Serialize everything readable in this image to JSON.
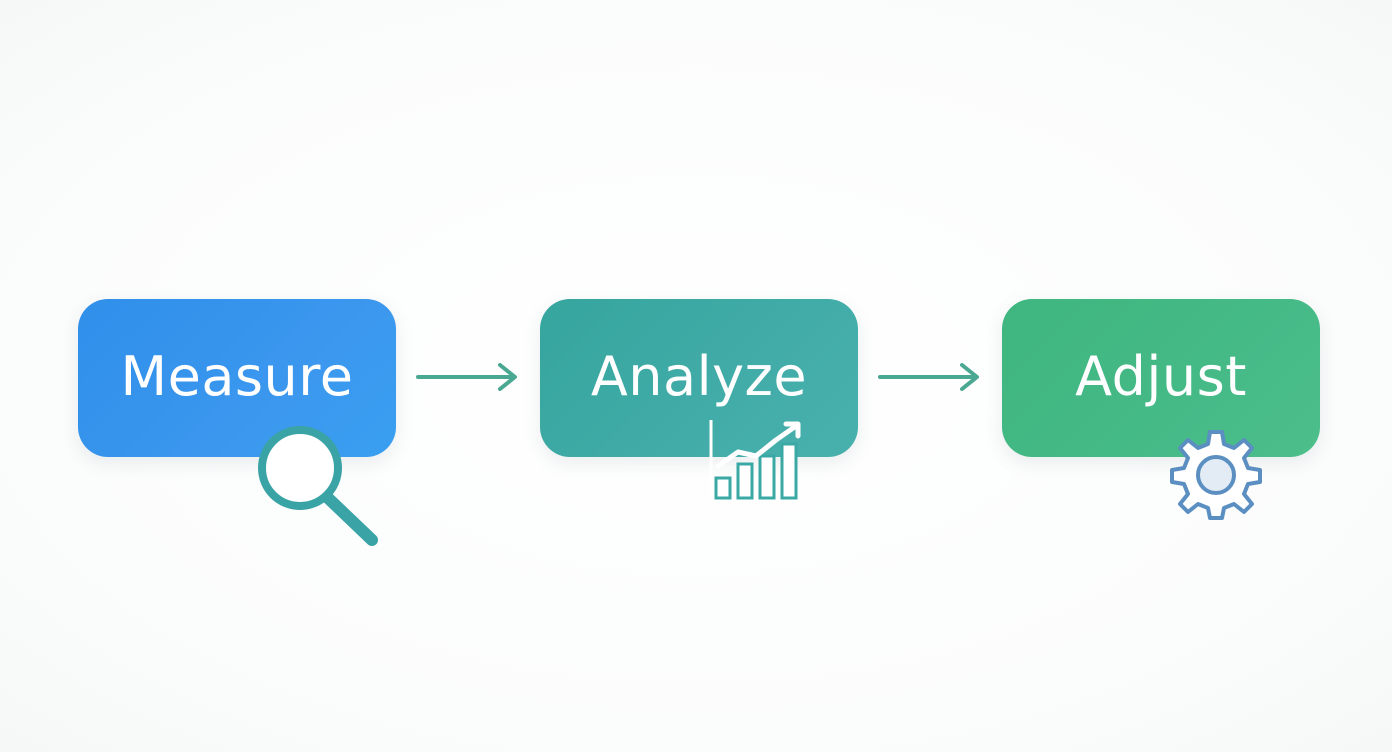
{
  "steps": [
    {
      "label": "Measure",
      "color": "#3b97ee",
      "icon": "magnifying-glass-icon"
    },
    {
      "label": "Analyze",
      "color": "#42aca8",
      "icon": "bar-chart-trend-icon"
    },
    {
      "label": "Adjust",
      "color": "#45ba87",
      "icon": "gear-icon"
    }
  ],
  "arrow_color": "#4aa892"
}
